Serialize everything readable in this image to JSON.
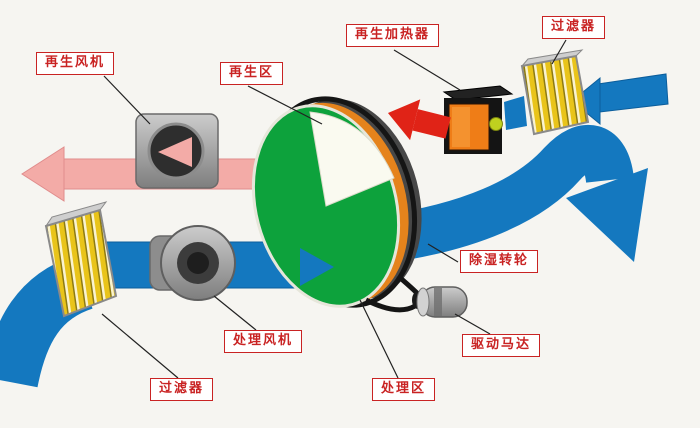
{
  "diagram": {
    "labels": {
      "regen_fan": "再生风机",
      "regen_zone": "再生区",
      "regen_heater": "再生加热器",
      "filter_top": "过滤器",
      "wheel": "除湿转轮",
      "drive_motor": "驱动马达",
      "process_zone": "处理区",
      "process_fan": "处理风机",
      "filter_bottom": "过滤器"
    },
    "colors": {
      "process_air": "#1478bf",
      "regen_exhaust": "#f3aba7",
      "hot_air": "#e02317",
      "wheel_face": "#0da23c",
      "heater_face": "#ef7d17",
      "filter_yellow": "#e9c41a",
      "label_red": "#c92323",
      "background": "#f6f5f1"
    }
  }
}
